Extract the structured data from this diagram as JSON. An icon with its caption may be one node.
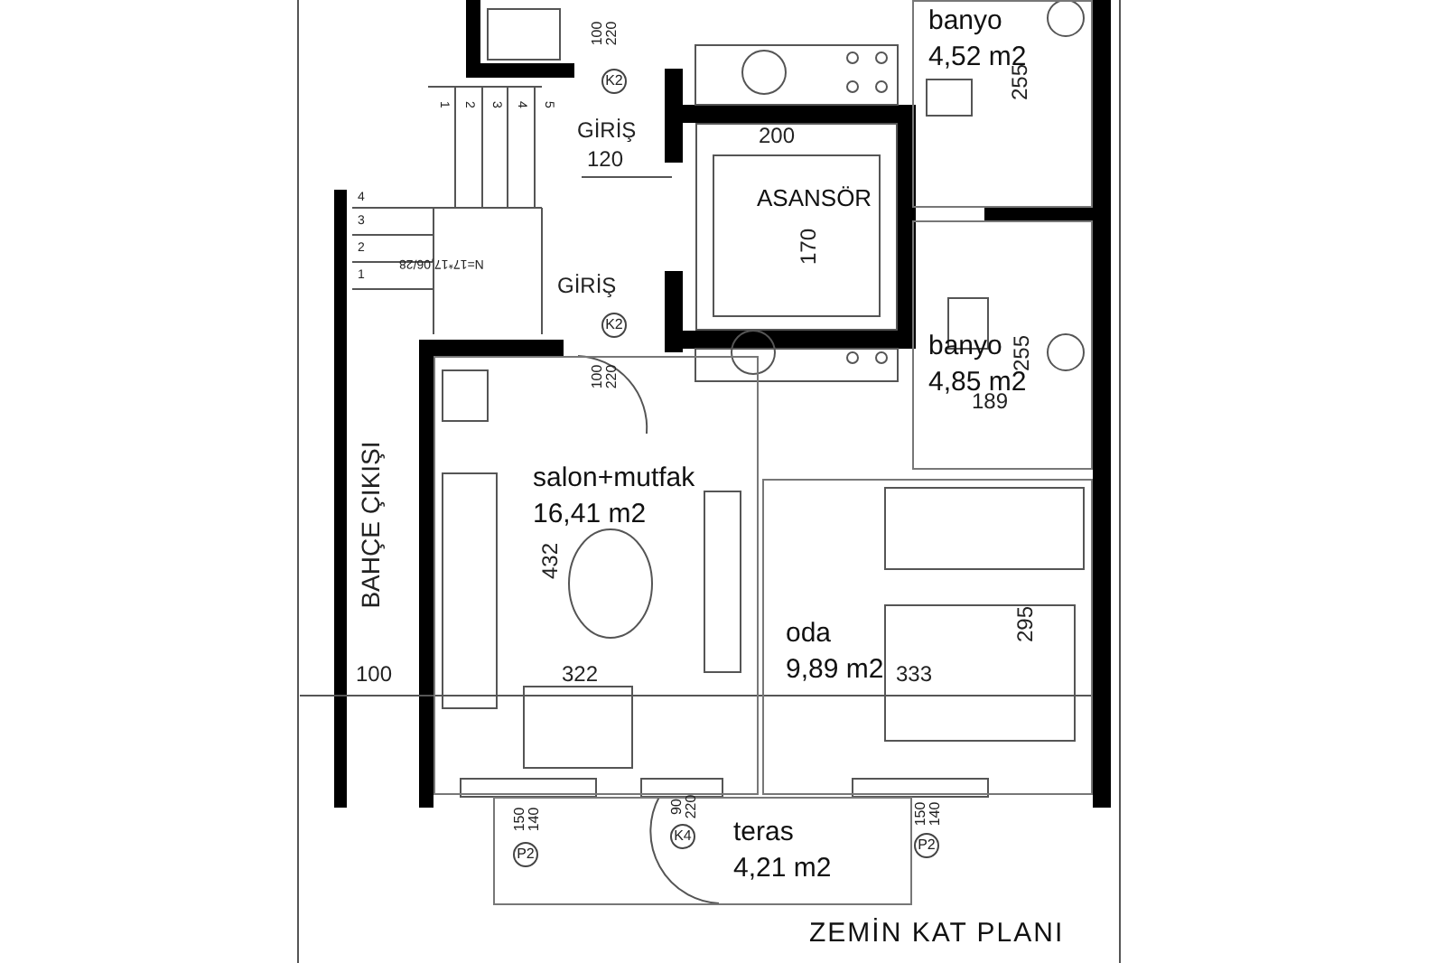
{
  "diagram": {
    "title": "ZEMİN KAT PLANI",
    "nodes": [
      {
        "text": [
          "banyo",
          "4,52 m2"
        ]
      },
      {
        "text": [
          "ASANSÖR"
        ]
      },
      {
        "text": [
          "banyo",
          "4,85 m2"
        ]
      },
      {
        "text": [
          "salon+mutfak",
          "16,41 m2"
        ]
      },
      {
        "text": [
          "oda",
          "9,89 m2"
        ]
      },
      {
        "text": [
          "teras",
          "4,21 m2"
        ]
      },
      {
        "text": [
          "K2"
        ]
      },
      {
        "text": [
          "K2"
        ]
      },
      {
        "text": [
          "P2"
        ],
        "in": 5
      },
      {
        "text": [
          "K4"
        ],
        "in": 5
      },
      {
        "text": [
          "P2"
        ]
      }
    ],
    "labels": [
      "100",
      "220",
      "255",
      "1",
      "2",
      "3",
      "4",
      "5",
      "GİRİŞ",
      "120",
      "200",
      "170",
      "4",
      "3",
      "2",
      "1",
      "N=17*17,06/28",
      "GİRİŞ",
      "255",
      "189",
      "100",
      "220",
      "BAHÇE ÇIKIŞI",
      "432",
      "100",
      "322",
      "333",
      "295",
      "150",
      "140",
      "90",
      "220",
      "150",
      "140"
    ]
  }
}
